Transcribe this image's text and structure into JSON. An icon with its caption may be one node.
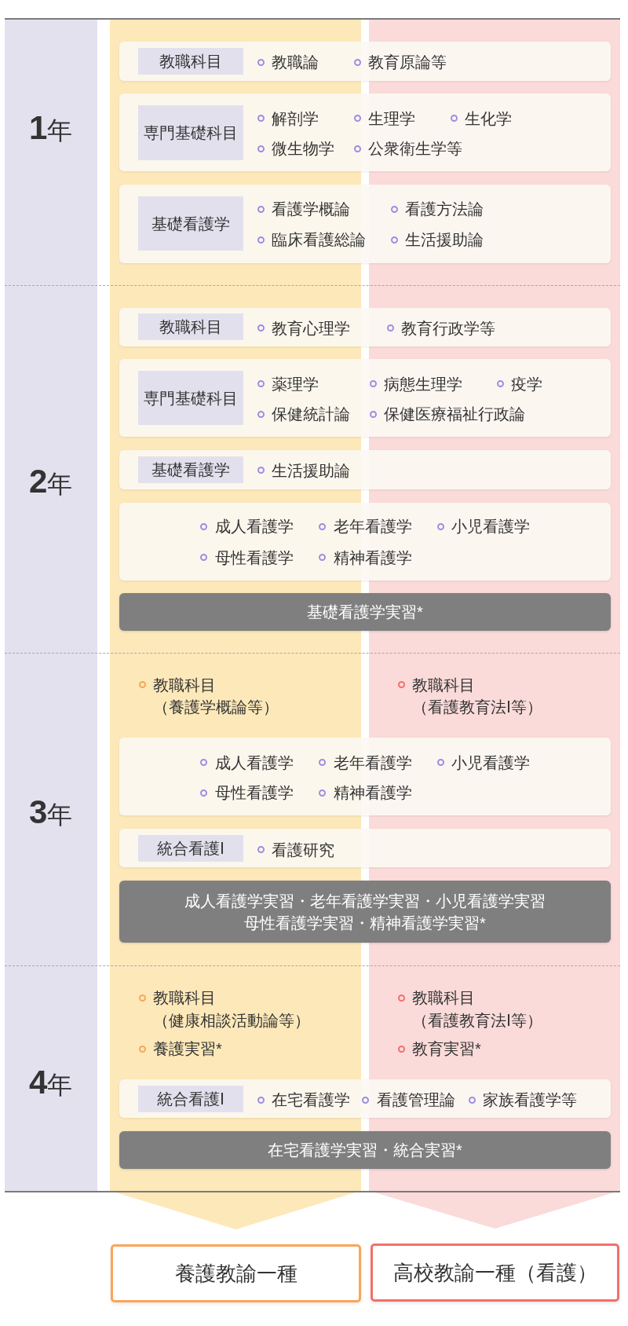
{
  "diagram": {
    "nodes": [
      {
        "text": [
          "教職科目",
          "（養護学概論等）",
          "教職科目",
          "（健康相談活動論等）",
          "養護実習*"
        ]
      },
      {
        "text": [
          "教職科目",
          "（看護教育法Ⅰ等）",
          "教職科目",
          "（看護教育法Ⅰ等）",
          "教育実習*"
        ]
      },
      {
        "text": [
          "1年"
        ]
      },
      {
        "text": [
          "教職科目"
        ]
      },
      {
        "text": [
          "教職論",
          "教育原論等"
        ]
      },
      {
        "text": [
          "専門基礎科目"
        ]
      },
      {
        "text": [
          "解剖学",
          "生理学",
          "生化学",
          "微生物学",
          "公衆衛生学等"
        ]
      },
      {
        "text": [
          "基礎看護学"
        ]
      },
      {
        "text": [
          "看護学概論",
          "看護方法論",
          "臨床看護総論",
          "生活援助論"
        ]
      },
      {
        "text": [
          "2年"
        ]
      },
      {
        "text": [
          "教職科目"
        ]
      },
      {
        "text": [
          "教育心理学",
          "教育行政学等"
        ]
      },
      {
        "text": [
          "専門基礎科目"
        ]
      },
      {
        "text": [
          "薬理学",
          "病態生理学",
          "疫学",
          "保健統計論",
          "保健医療福祉行政論"
        ]
      },
      {
        "text": [
          "基礎看護学"
        ]
      },
      {
        "text": [
          "生活援助論"
        ]
      },
      {
        "text": [
          "成人看護学",
          "老年看護学",
          "小児看護学",
          "母性看護学",
          "精神看護学"
        ]
      },
      {
        "text": [
          "基礎看護学実習*"
        ]
      },
      {
        "text": [
          "3年"
        ]
      },
      {
        "text": [
          "成人看護学",
          "老年看護学",
          "小児看護学",
          "母性看護学",
          "精神看護学"
        ]
      },
      {
        "text": [
          "統合看護Ⅰ"
        ]
      },
      {
        "text": [
          "看護研究"
        ]
      },
      {
        "text": [
          "成人看護学実習・老年看護学実習・小児看護学実習母性看護学実習・精神看護学実習*"
        ]
      },
      {
        "text": [
          "4年"
        ]
      },
      {
        "text": [
          "統合看護Ⅰ"
        ]
      },
      {
        "text": [
          "在宅看護学",
          "看護管理論",
          "家族看護学等"
        ]
      },
      {
        "text": [
          "在宅看護学実習・統合実習*"
        ]
      },
      {
        "text": [
          "養護教諭一種"
        ]
      },
      {
        "text": [
          "高校教諭一種（看護）"
        ]
      }
    ],
    "edges": [
      {
        "from": 0,
        "to": 27,
        "arrow": "to",
        "color": "#fde8b9"
      },
      {
        "from": 1,
        "to": 28,
        "arrow": "to",
        "color": "#fadbd9"
      }
    ]
  }
}
